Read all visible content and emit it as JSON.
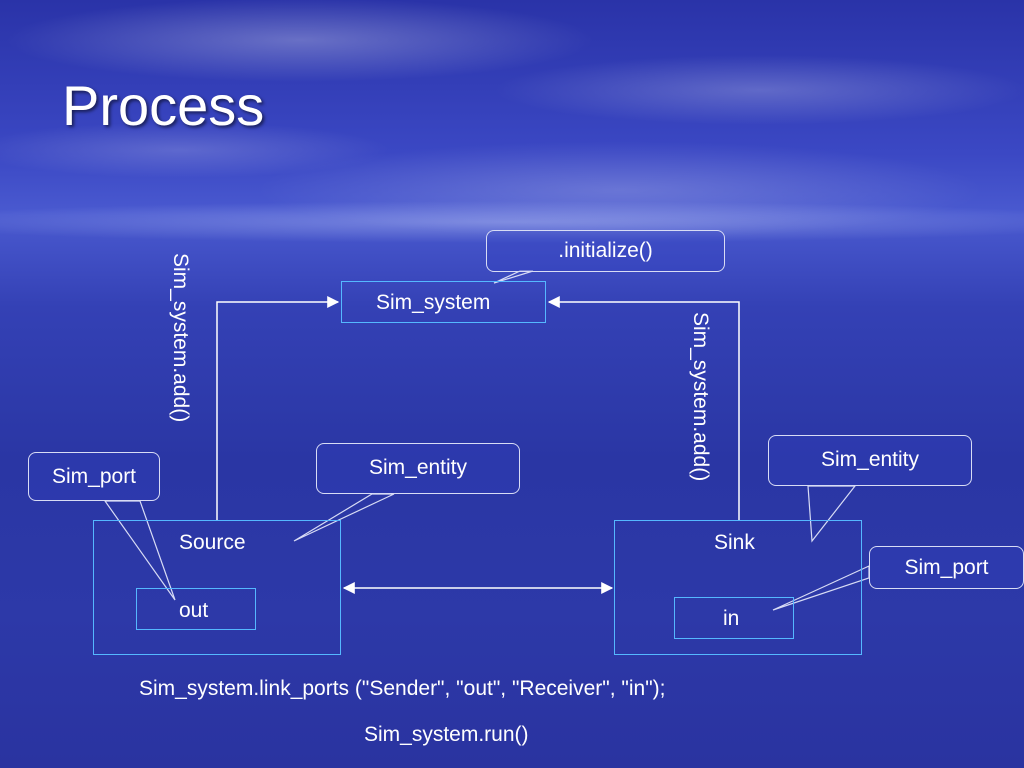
{
  "slide": {
    "title": "Process"
  },
  "diagram": {
    "sim_system_label": "Sim_system",
    "source_label": "Source",
    "sink_label": "Sink",
    "out_port_label": "out",
    "in_port_label": "in",
    "add_left_label": "Sim_system.add()",
    "add_right_label": "Sim_system.add()",
    "callouts": {
      "initialize": ".initialize()",
      "sim_entity_left": "Sim_entity",
      "sim_entity_right": "Sim_entity",
      "sim_port_left": "Sim_port",
      "sim_port_right": "Sim_port"
    },
    "link_ports_call": "Sim_system.link_ports (\"Sender\", \"out\", \"Receiver\", \"in\");",
    "run_call": "Sim_system.run()"
  },
  "colors": {
    "box_border": "#55b8ff",
    "line": "#ffffff",
    "callout_border": "#d8dcf5"
  }
}
